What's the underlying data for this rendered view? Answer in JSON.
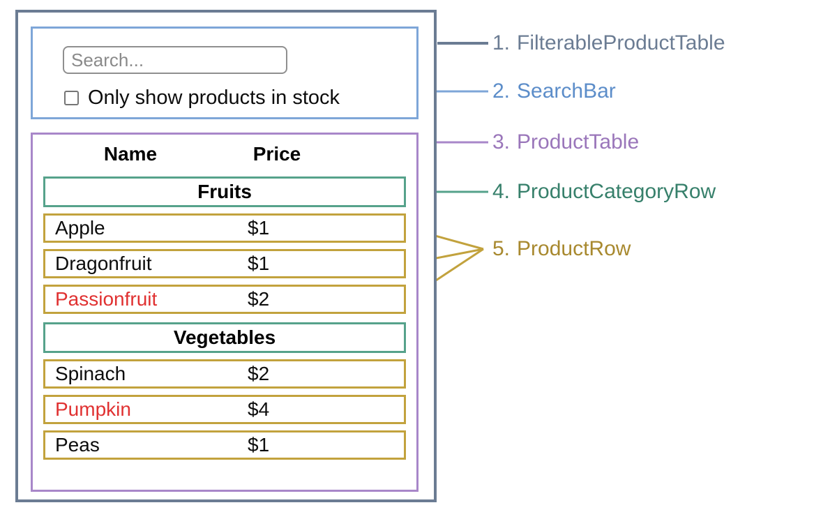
{
  "legend": {
    "items": [
      {
        "number": "1.",
        "label": "FilterableProductTable",
        "color": "#6b7c93"
      },
      {
        "number": "2.",
        "label": "SearchBar",
        "color": "#5c8dc9"
      },
      {
        "number": "3.",
        "label": "ProductTable",
        "color": "#9a76ba"
      },
      {
        "number": "4.",
        "label": "ProductCategoryRow",
        "color": "#37806b"
      },
      {
        "number": "5.",
        "label": "ProductRow",
        "color": "#a8892f"
      }
    ]
  },
  "colors": {
    "outer_border": "#6b7c93",
    "search_bar_border": "#7ea6d8",
    "product_table_border": "#a887c9",
    "category_row_border": "#56a28b",
    "product_row_border": "#c2a23d",
    "out_of_stock_text": "#e03131"
  },
  "mockup": {
    "search": {
      "placeholder": "Search...",
      "checkbox_label": "Only show products in stock",
      "checkbox_checked": false
    },
    "table": {
      "headers": {
        "name": "Name",
        "price": "Price"
      },
      "categories": [
        {
          "label": "Fruits",
          "rows": [
            {
              "name": "Apple",
              "price": "$1",
              "in_stock": true
            },
            {
              "name": "Dragonfruit",
              "price": "$1",
              "in_stock": true
            },
            {
              "name": "Passionfruit",
              "price": "$2",
              "in_stock": false
            }
          ]
        },
        {
          "label": "Vegetables",
          "rows": [
            {
              "name": "Spinach",
              "price": "$2",
              "in_stock": true
            },
            {
              "name": "Pumpkin",
              "price": "$4",
              "in_stock": false
            },
            {
              "name": "Peas",
              "price": "$1",
              "in_stock": true
            }
          ]
        }
      ]
    }
  }
}
